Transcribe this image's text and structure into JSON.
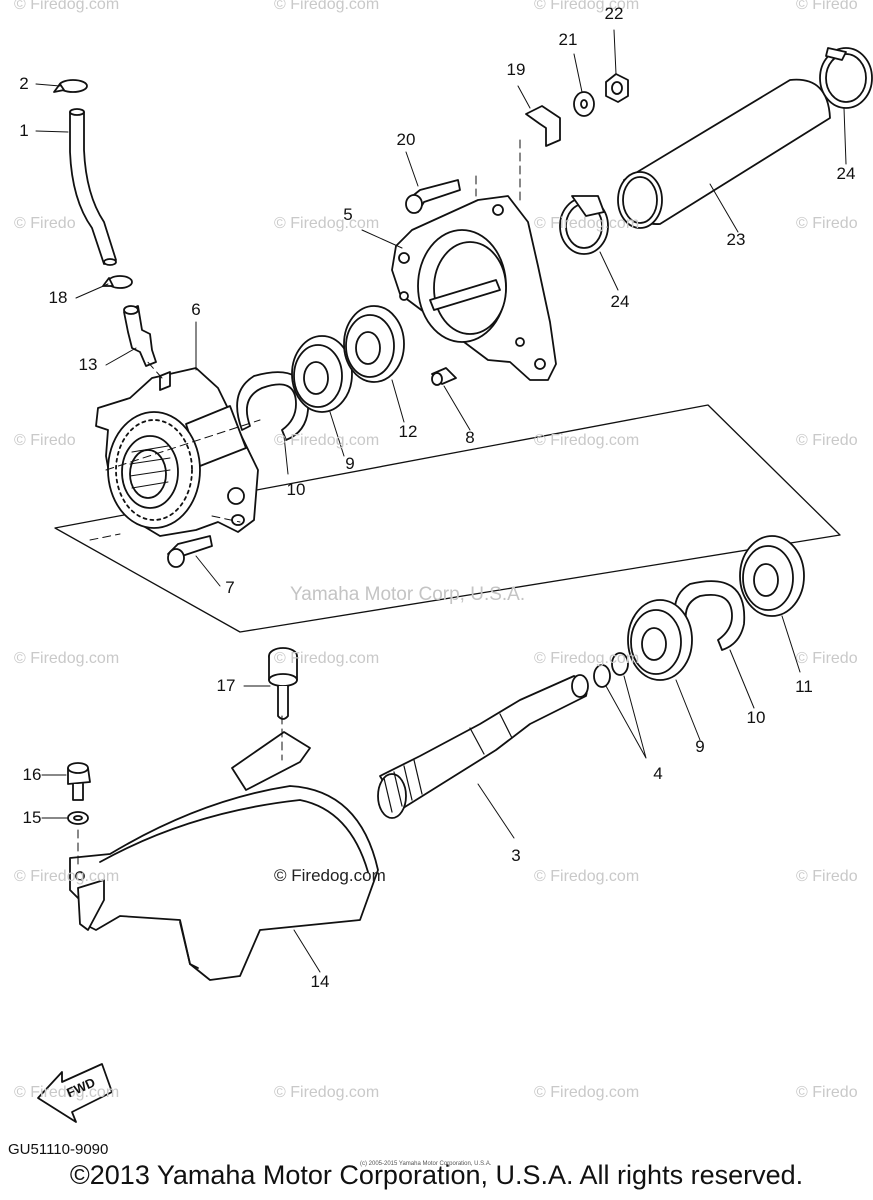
{
  "watermarks": {
    "site": "© Firedog.com",
    "edge_left": "© Firedo",
    "edge_right": "© Firedo",
    "center": "Yamaha Motor Corp, U.S.A.",
    "main": "© Firedog.com"
  },
  "labels": [
    "1",
    "2",
    "3",
    "4",
    "5",
    "6",
    "7",
    "8",
    "9",
    "9",
    "10",
    "10",
    "11",
    "12",
    "13",
    "14",
    "15",
    "16",
    "17",
    "18",
    "19",
    "20",
    "21",
    "22",
    "23",
    "24",
    "24"
  ],
  "fwd_label": "FWD",
  "part_code": "GU51110-9090",
  "fine_print": "(c) 2005-2015 Yamaha Motor Corporation, U.S.A.",
  "copyright": "©2013 Yamaha Motor Corporation, U.S.A. All rights reserved."
}
